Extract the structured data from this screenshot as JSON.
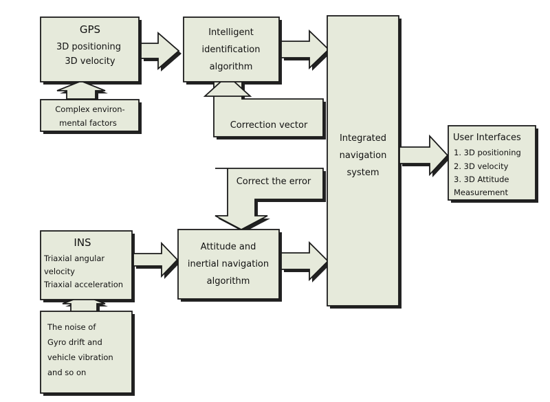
{
  "colors": {
    "box_fill": "#e6eadb",
    "stroke": "#1a1a1a",
    "shadow": "#222222"
  },
  "gps": {
    "title": "GPS",
    "line1": "3D positioning",
    "line2": "3D velocity"
  },
  "gps_factors": {
    "line1": "Complex environ-",
    "line2": "mental factors"
  },
  "identification": {
    "line1": "Intelligent",
    "line2": "identification",
    "line3": "algorithm"
  },
  "correction_vector": "Correction vector",
  "integrated": {
    "line1": "Integrated",
    "line2": "navigation",
    "line3": "system"
  },
  "user_interfaces": {
    "title": "User Interfaces",
    "item1": "1. 3D positioning",
    "item2": "2. 3D velocity",
    "item3a": "3. 3D Attitude",
    "item3b": "Measurement"
  },
  "correct_error": "Correct the error",
  "ins": {
    "title": "INS",
    "line1": "Triaxial angular",
    "line2": "velocity",
    "line3": "Triaxial acceleration"
  },
  "ins_noise": {
    "line1": "The noise of",
    "line2": "Gyro drift and",
    "line3": "vehicle vibration",
    "line4": "and so on"
  },
  "attitude": {
    "line1": "Attitude and",
    "line2": "inertial navigation",
    "line3": "algorithm"
  }
}
